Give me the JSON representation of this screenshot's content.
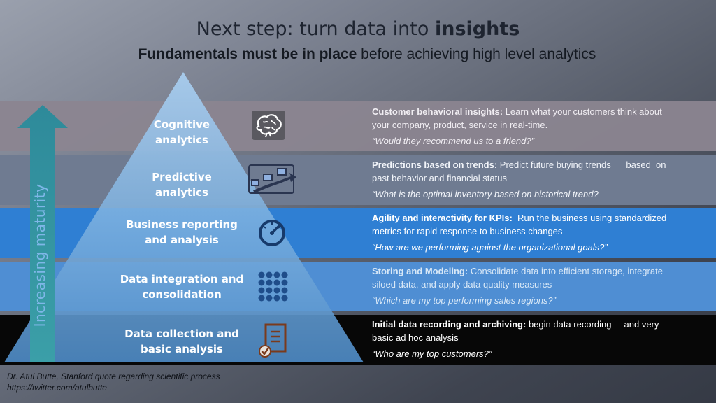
{
  "title": {
    "line1_pre": "Next step: turn data into ",
    "line1_bold": "insights",
    "line2_bold": "Fundamentals must be in place",
    "line2_rest": " before achieving high level analytics"
  },
  "maturity_label": "Increasing maturity",
  "levels": [
    {
      "label_line1": "Cognitive",
      "label_line2": "analytics",
      "icon": "brain-icon",
      "heading": "Customer behavioral insights:",
      "text1": " Learn what  your customers think about",
      "text2": "your company, product, service in real-time.",
      "question": "“Would they recommend us to a friend?”"
    },
    {
      "label_line1": "Predictive",
      "label_line2": "analytics",
      "icon": "trend-icon",
      "heading": "Predictions based on trends:",
      "text1": " Predict future buying trends      based  on",
      "text2": "past behavior and  financial status",
      "question": "“What is the optimal inventory based on historical trend?"
    },
    {
      "label_line1": "Business reporting",
      "label_line2": "and analysis",
      "icon": "speedometer-icon",
      "heading": "Agility and interactivity for KPIs:",
      "text1": "  Run the business using standardized",
      "text2": "metrics for rapid response to business changes",
      "question": "“How are we performing against the organizational goals?”"
    },
    {
      "label_line1": "Data integration and",
      "label_line2": "consolidation",
      "icon": "dot-grid-icon",
      "heading": "Storing and Modeling:",
      "text1": " Consolidate data into efficient storage, integrate",
      "text2": "siloed data, and apply data quality measures",
      "question": "“Which are my top performing sales regions?”"
    },
    {
      "label_line1": "Data collection  and",
      "label_line2": "basic analysis",
      "icon": "checklist-icon",
      "heading": "Initial data recording and archiving:",
      "text1": " begin data recording     and very",
      "text2": "basic ad hoc analysis",
      "question": "“Who are my top customers?”"
    }
  ],
  "footer": {
    "line1": "Dr. Atul Butte, Stanford quote regarding scientific process",
    "line2": "https://twitter.com/atulbutte"
  }
}
